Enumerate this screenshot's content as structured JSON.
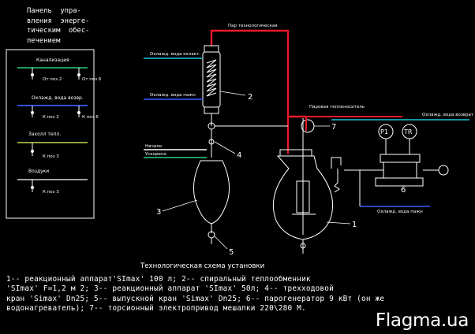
{
  "panel": {
    "title": "Панель  упра-\nвления  энерге-\nтическим  обес-\nпечением",
    "groups": [
      {
        "header": "Канализация",
        "valves": [
          "От поз 2",
          "От поз 6"
        ]
      },
      {
        "header": "Охлажд. вода возвр.",
        "valves": [
          "К поз 2",
          "К поз 6"
        ]
      },
      {
        "header": "Захолл тепл.",
        "valves": [
          "К поз 3"
        ]
      },
      {
        "header": "Воздуки",
        "valves": [
          "К поз 3"
        ]
      }
    ]
  },
  "labels": {
    "to_tech": "Пар технологическая",
    "cool_out": "Охлажд. вода  охлакт.",
    "cool_in": "Охлажд. вода  пажн",
    "inlet_a": "Начало",
    "inlet_b": "Ускорено",
    "steam_line": "Паровая теплоноситель",
    "cool_return": "Охлажд. вода  возврат",
    "cool_in_2": "Охлажд. вода  пажн",
    "gauge_p": "P1",
    "gauge_t": "TR",
    "n1": "1",
    "n2": "2",
    "n3": "3",
    "n4": "4",
    "n5": "5",
    "n6": "6",
    "n7": "7"
  },
  "title": "Технологическая  схема  установки",
  "caption": {
    "line1": "1-- реакционный аппарат'SImax' 100 л; 2-- спиральный теплообменник",
    "line2": "'SImax' F=1,2 м 2; 3-- реакционный аппарат 'SImax' 50л; 4-- трехходовой",
    "line3": "кран 'Simax' Dn25; 5-- выпускной кран 'Simax' Dn25; 6-- парогенератор 9 кВт (он же",
    "line4": "водонагреватель); 7-- торсионный электропривод мешалки 220\\280 М."
  },
  "watermark": "Flagma.ua",
  "colors": {
    "line": "#ffffff",
    "steam": "#e8192b",
    "cool_blue": "#2f5bff",
    "cool_cyan": "#19c7d8",
    "panel_green": "#2bd17a",
    "panel_yellow": "#c9d650",
    "inlet_green": "#2bd17a"
  }
}
